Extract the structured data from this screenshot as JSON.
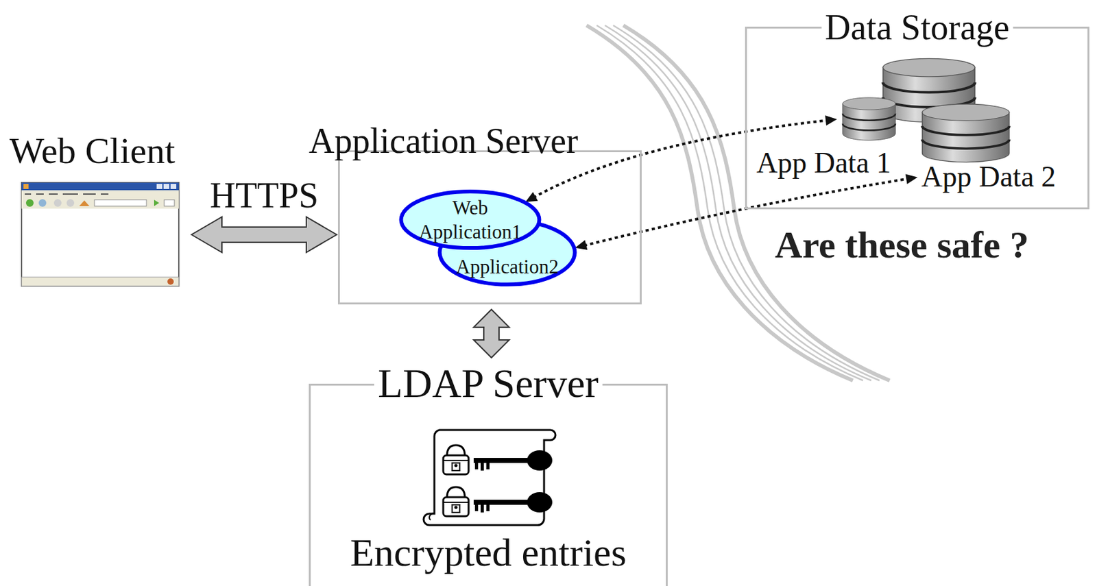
{
  "diagram": {
    "nodes": [
      {
        "text": [
          "Web Client"
        ]
      },
      {
        "text": [
          "Application Server"
        ]
      },
      {
        "text": [
          "Web Application1"
        ],
        "in": 1
      },
      {
        "text": [
          "Application2"
        ],
        "in": 1
      },
      {
        "text": [
          "Data Storage"
        ]
      },
      {
        "text": [
          "App Data 1"
        ],
        "in": 4
      },
      {
        "text": [
          "App Data 2"
        ],
        "in": 4
      },
      {
        "text": [
          "LDAP Server",
          "Encrypted entries"
        ]
      }
    ],
    "edges": [
      {
        "from": 0,
        "to": 1,
        "arrow": "both",
        "label": "HTTPS"
      },
      {
        "from": 2,
        "to": 5,
        "arrow": "both"
      },
      {
        "from": 3,
        "to": 6,
        "arrow": "both"
      },
      {
        "from": 1,
        "to": 7,
        "arrow": "both"
      }
    ],
    "labels": [
      "Are these safe ?"
    ]
  }
}
